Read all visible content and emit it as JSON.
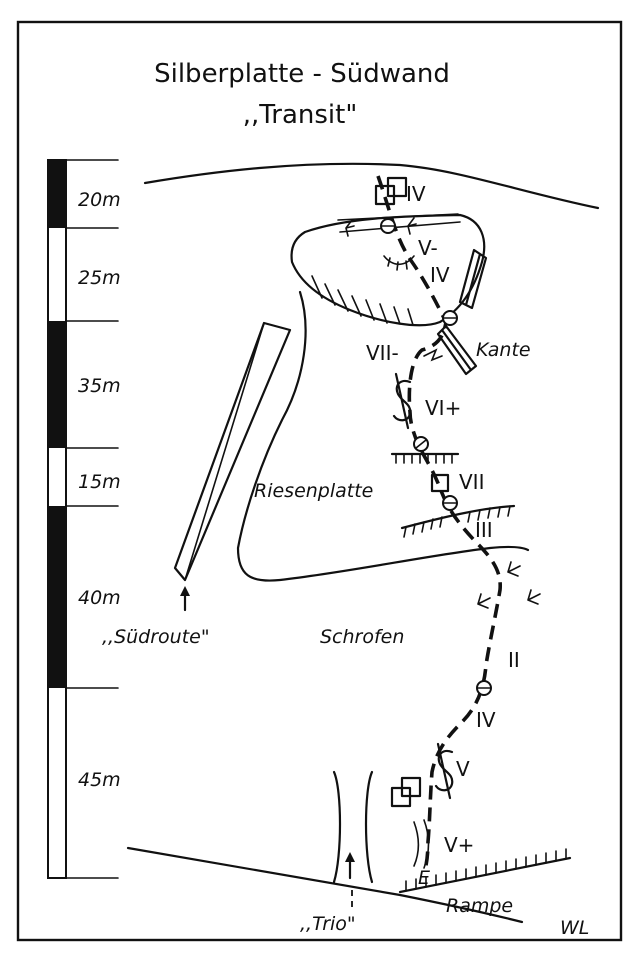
{
  "title": {
    "line1": "Silberplatte - Südwand",
    "line2": ",,Transit\""
  },
  "scale": {
    "segments": [
      {
        "label": "20m",
        "fill": "black"
      },
      {
        "label": "25m",
        "fill": "white"
      },
      {
        "label": "35m",
        "fill": "black"
      },
      {
        "label": "15m",
        "fill": "white"
      },
      {
        "label": "40m",
        "fill": "black"
      },
      {
        "label": "45m",
        "fill": "white"
      }
    ]
  },
  "labels": {
    "kante": "Kante",
    "riesenplatte": "Riesenplatte",
    "suedroute": ",,Südroute\"",
    "schrofen": "Schrofen",
    "trio": ",,Trio\"",
    "rampe": "Rampe",
    "author": "WL",
    "start": "E"
  },
  "grades": [
    "IV",
    "V-",
    "IV",
    "VII-",
    "VI+",
    "VII",
    "III",
    "II",
    "IV",
    "V",
    "V+"
  ],
  "colors": {
    "ink": "#111111",
    "paper": "#ffffff"
  }
}
